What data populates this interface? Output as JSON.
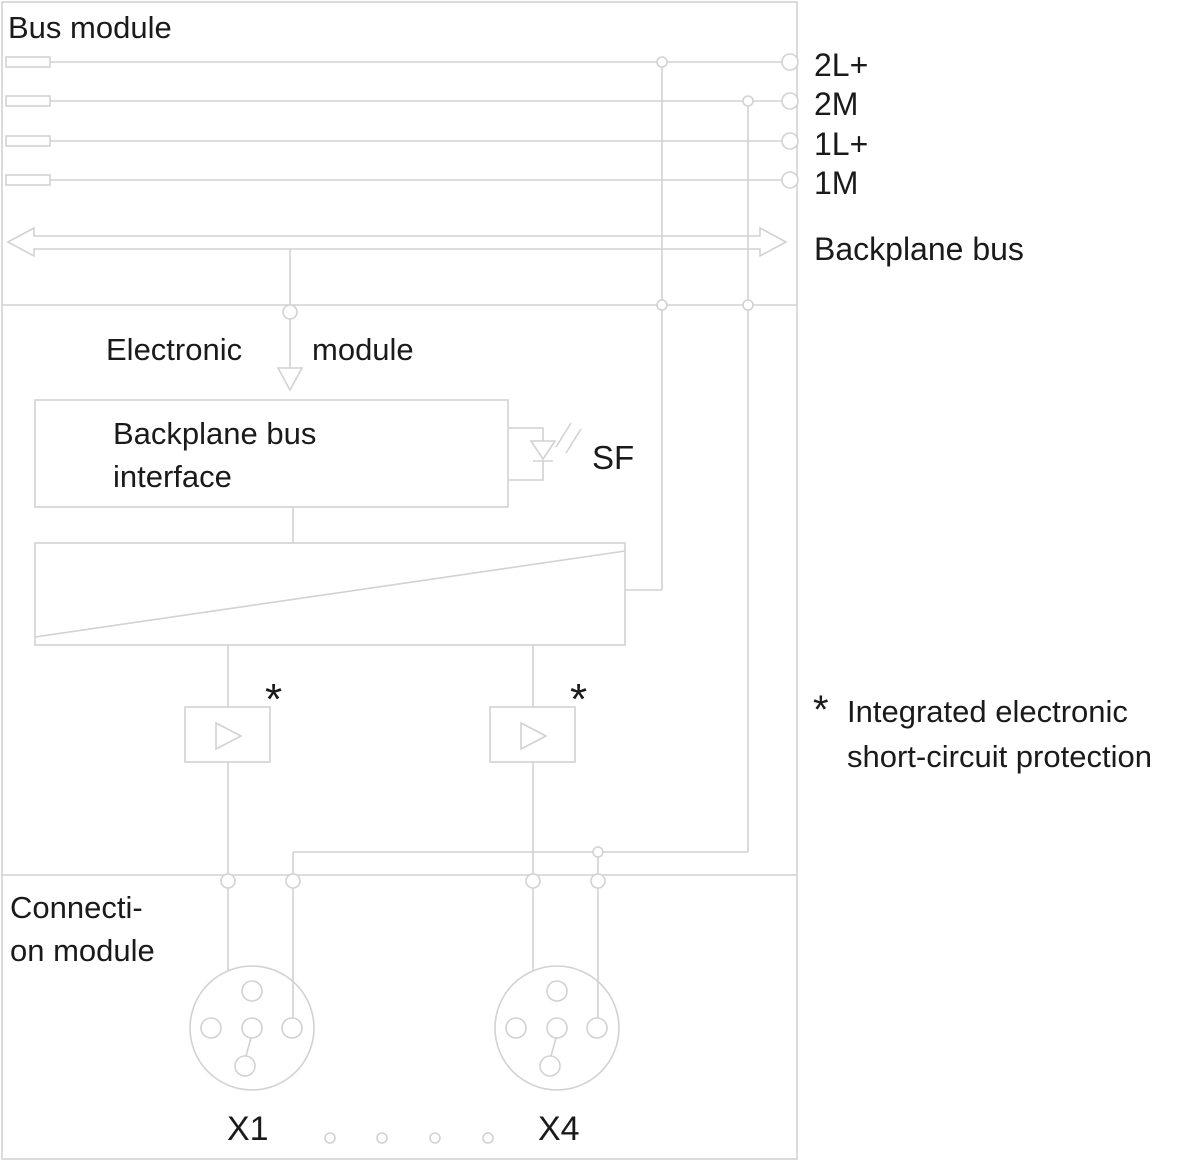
{
  "colors": {
    "line": "#d2d2d2",
    "text": "#1a1a1a"
  },
  "bus_module": {
    "title": "Bus module"
  },
  "rails": [
    {
      "label": "2L+"
    },
    {
      "label": "2M"
    },
    {
      "label": "1L+"
    },
    {
      "label": "1M"
    }
  ],
  "backplane_bus": {
    "label": "Backplane bus"
  },
  "electronic_module": {
    "title_word1": "Electronic",
    "title_word2": "module"
  },
  "interface_box": {
    "line1": "Backplane bus",
    "line2": "interface"
  },
  "sf_indicator": {
    "label": "SF"
  },
  "protection_marks": {
    "left": "*",
    "right": "*"
  },
  "footnote": {
    "marker": "*",
    "line1": "Integrated electronic",
    "line2": "short-circuit protection"
  },
  "connection_module": {
    "title_line1": "Connecti-",
    "title_line2": "on module"
  },
  "connectors": [
    {
      "label": "X1"
    },
    {
      "label": "X4"
    }
  ]
}
